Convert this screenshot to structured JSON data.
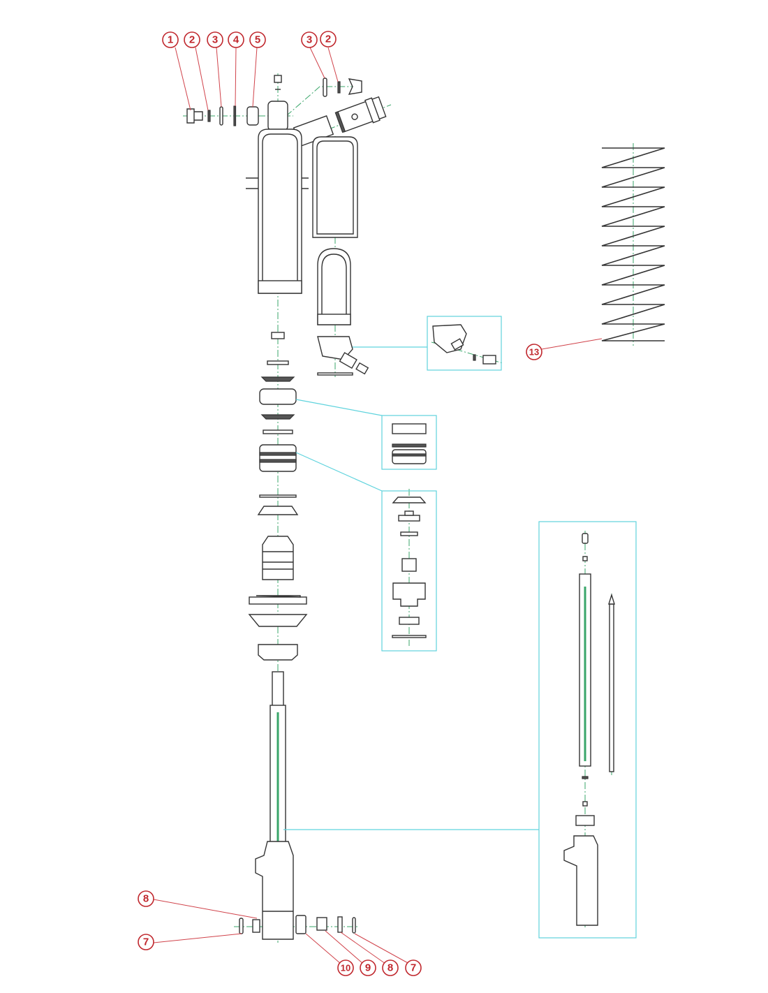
{
  "callouts": {
    "top_left": [
      "1",
      "2",
      "3",
      "4",
      "5"
    ],
    "top_right": [
      "3",
      "2"
    ],
    "spring": "13",
    "bottom_left": [
      "8",
      "7"
    ],
    "bottom_right": [
      "10",
      "9",
      "8",
      "7"
    ]
  },
  "colors": {
    "callout": "#c0272d",
    "axis": "#3aa66a",
    "detail_box": "#5fd3dd",
    "line": "#333333"
  }
}
